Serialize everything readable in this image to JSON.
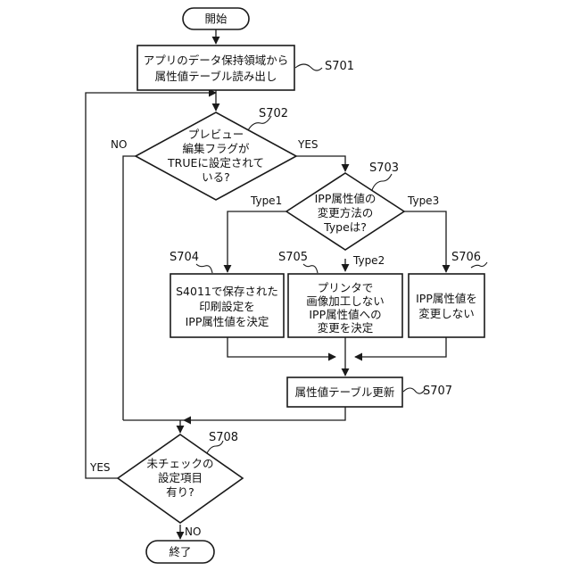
{
  "nodes": {
    "start": {
      "lines": [
        "開始"
      ]
    },
    "s701": {
      "lines": [
        "アプリのデータ保持領域から",
        "属性値テーブル読み出し"
      ],
      "step": "S701"
    },
    "s702": {
      "lines": [
        "プレビュー",
        "編集フラグが",
        "TRUEに設定されて",
        "いる?"
      ],
      "step": "S702"
    },
    "s703": {
      "lines": [
        "IPP属性値の",
        "変更方法の",
        "Typeは?"
      ],
      "step": "S703"
    },
    "s704": {
      "lines": [
        "S4011で保存された",
        "印刷設定を",
        "IPP属性値を決定"
      ],
      "step": "S704"
    },
    "s705": {
      "lines": [
        "プリンタで",
        "画像加工しない",
        "IPP属性値への",
        "変更を決定"
      ],
      "step": "S705"
    },
    "s706": {
      "lines": [
        "IPP属性値を",
        "変更しない"
      ],
      "step": "S706"
    },
    "s707": {
      "lines": [
        "属性値テーブル更新"
      ],
      "step": "S707"
    },
    "s708": {
      "lines": [
        "未チェックの",
        "設定項目",
        "有り?"
      ],
      "step": "S708"
    },
    "end": {
      "lines": [
        "終了"
      ]
    }
  },
  "edges": {
    "s702_no": "NO",
    "s702_yes": "YES",
    "s703_type1": "Type1",
    "s703_type2": "Type2",
    "s703_type3": "Type3",
    "s708_yes": "YES",
    "s708_no": "NO"
  }
}
